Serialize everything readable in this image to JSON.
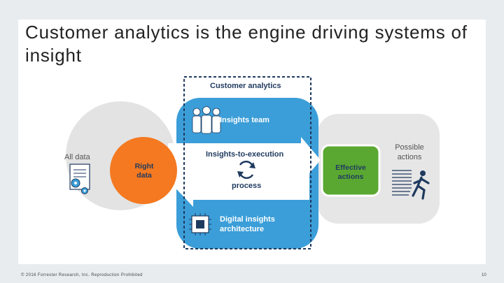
{
  "slide": {
    "title": "Customer analytics is the engine driving systems of insight",
    "footer": "© 2016 Forrester Research, Inc. Reproduction Prohibited",
    "page_number": "10"
  },
  "diagram": {
    "customer_analytics_label": "Customer analytics",
    "all_data_label": "All data",
    "right_data_label": "Right data",
    "insights_team_label": "Insights team",
    "insights_to_execution_label": "Insights-to-execution",
    "process_label": "process",
    "digital_insights_label": "Digital insights architecture",
    "possible_actions_label": "Possible actions",
    "effective_actions_label": "Effective actions"
  },
  "colors": {
    "blue": "#3b9ed8",
    "orange": "#f47920",
    "green": "#5aa832",
    "gray_light": "#d9d9d9",
    "gray_mid": "#e6e6e6",
    "navy": "#1f3a5f"
  }
}
